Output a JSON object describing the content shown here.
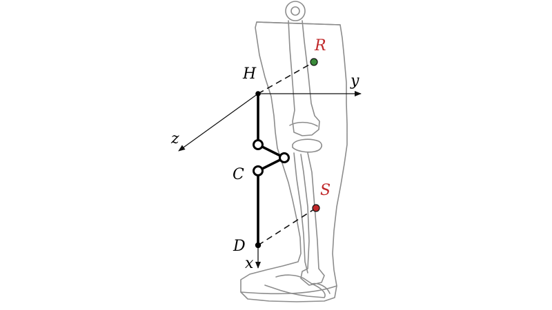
{
  "labels": {
    "hip": "H",
    "knee_joint": "C",
    "distal": "D",
    "marker_upper": "R",
    "marker_lower": "S",
    "axis_x": "x",
    "axis_y": "y",
    "axis_z": "z"
  },
  "colors": {
    "outline": "#8c8c8c",
    "marker_upper": "#3a8a3a",
    "marker_lower": "#c0282a",
    "label_marker": "#c0282a",
    "ink": "#000000"
  }
}
